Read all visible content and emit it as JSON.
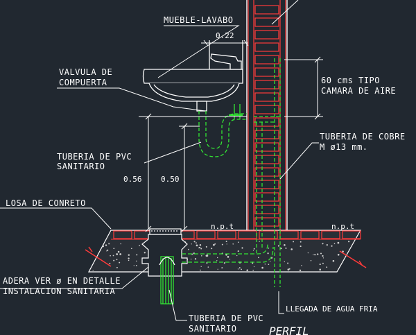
{
  "labels": {
    "mueble": "MUEBLE-LAVABO",
    "dim_022": "0.22",
    "valvula_l1": "VALVULA DE",
    "valvula_l2": "COMPUERTA",
    "camara_l1": "60 cms TIPO",
    "camara_l2": "CAMARA DE AIRE",
    "cobre_l1": "TUBERIA DE COBRE",
    "cobre_l2": "M ø13 mm.",
    "pvc_top_l1": "TUBERIA DE PVC",
    "pvc_top_l2": "SANITARIO",
    "dim_056": "0.56",
    "dim_050": "0.50",
    "losa": "LOSA DE CONRETO",
    "npt_left": "n.p.t",
    "npt_right": "n.p.t",
    "ver_l1": "ADERA VER ø EN DETALLE",
    "ver_l2": "INSTALACION SANITARIA",
    "llegada": "LLEGADA DE AGUA FRIA",
    "pvc_bot_l1": "TUBERIA DE PVC",
    "pvc_bot_l2": "SANITARIO",
    "perfil": "PERFIL"
  },
  "colors": {
    "background": "#212830",
    "wall": "#ff3b3b",
    "pipe": "#33e633",
    "line": "#ffffff"
  }
}
